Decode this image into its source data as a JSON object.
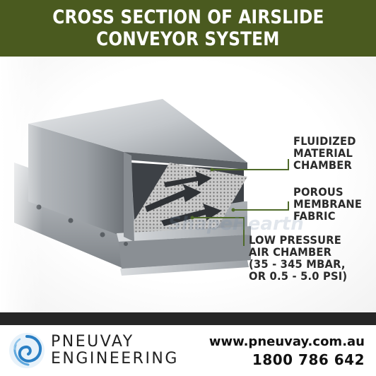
{
  "header": {
    "title_line1": "CROSS SECTION OF AIRSLIDE",
    "title_line2": "CONVEYOR SYSTEM",
    "background_color": "#4a5a1f"
  },
  "diagram": {
    "labels": [
      {
        "lines": [
          "FLUIDIZED",
          "MATERIAL",
          "CHAMBER"
        ]
      },
      {
        "lines": [
          "POROUS",
          "MEMBRANE",
          "FABRIC"
        ]
      },
      {
        "lines": [
          "LOW PRESSURE",
          "AIR CHAMBER",
          "(35 - 345 MBAR,",
          "OR 0.5 - 5.0 PSI)"
        ]
      }
    ],
    "leader_color": "#4f6a2a",
    "watermark": "ShapeHearth"
  },
  "footer": {
    "brand_line1": "PNEUVAY",
    "brand_line2": "ENGINEERING",
    "logo_icon": "swirl-logo-icon",
    "website": "www.pneuvay.com.au",
    "phone": "1800 786 642",
    "logo_color": "#2a7fc4"
  }
}
